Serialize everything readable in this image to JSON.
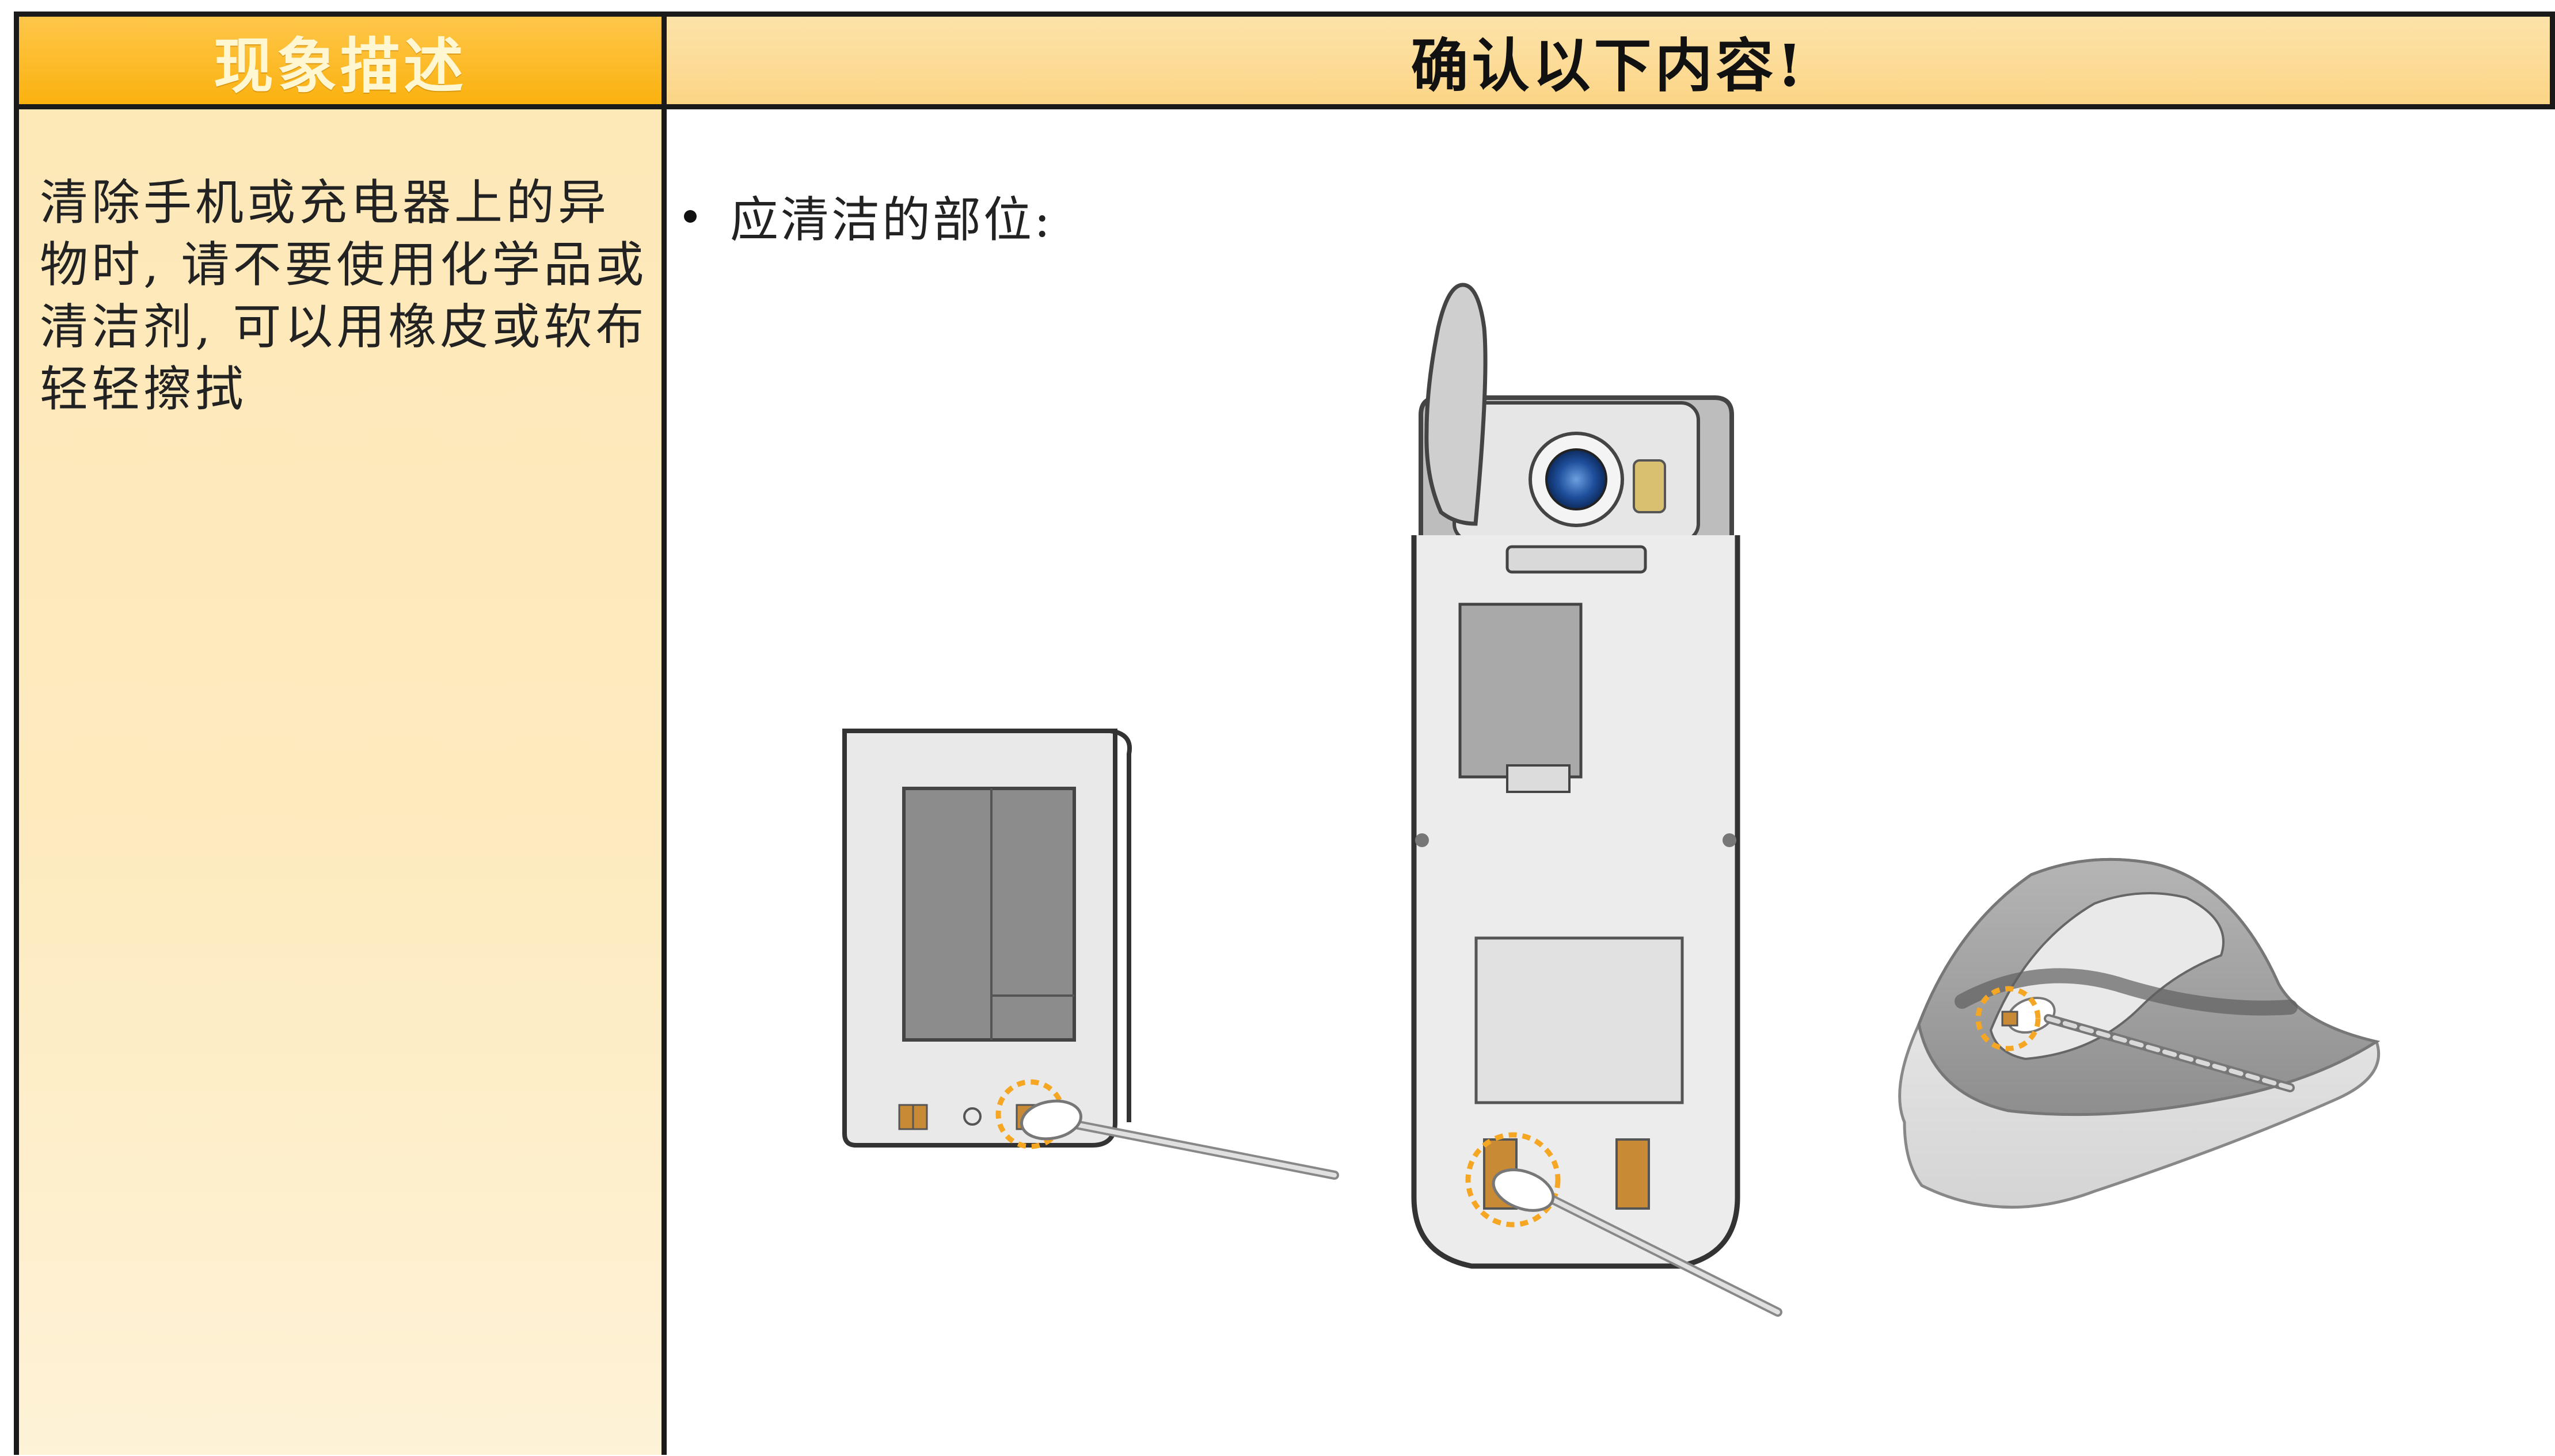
{
  "header": {
    "left_label": "现象描述",
    "right_label": "确认以下内容!"
  },
  "left_cell": {
    "text": "清除手机或充电器上的异物时, 请不要使用化学品或清洁剂, 可以用橡皮或软布轻轻擦拭"
  },
  "right_cell": {
    "bullet_text": "应清洁的部位:"
  },
  "illustrations": {
    "items": [
      "battery",
      "phone-back",
      "charger-cradle"
    ],
    "highlight_color": "#f5a623"
  }
}
